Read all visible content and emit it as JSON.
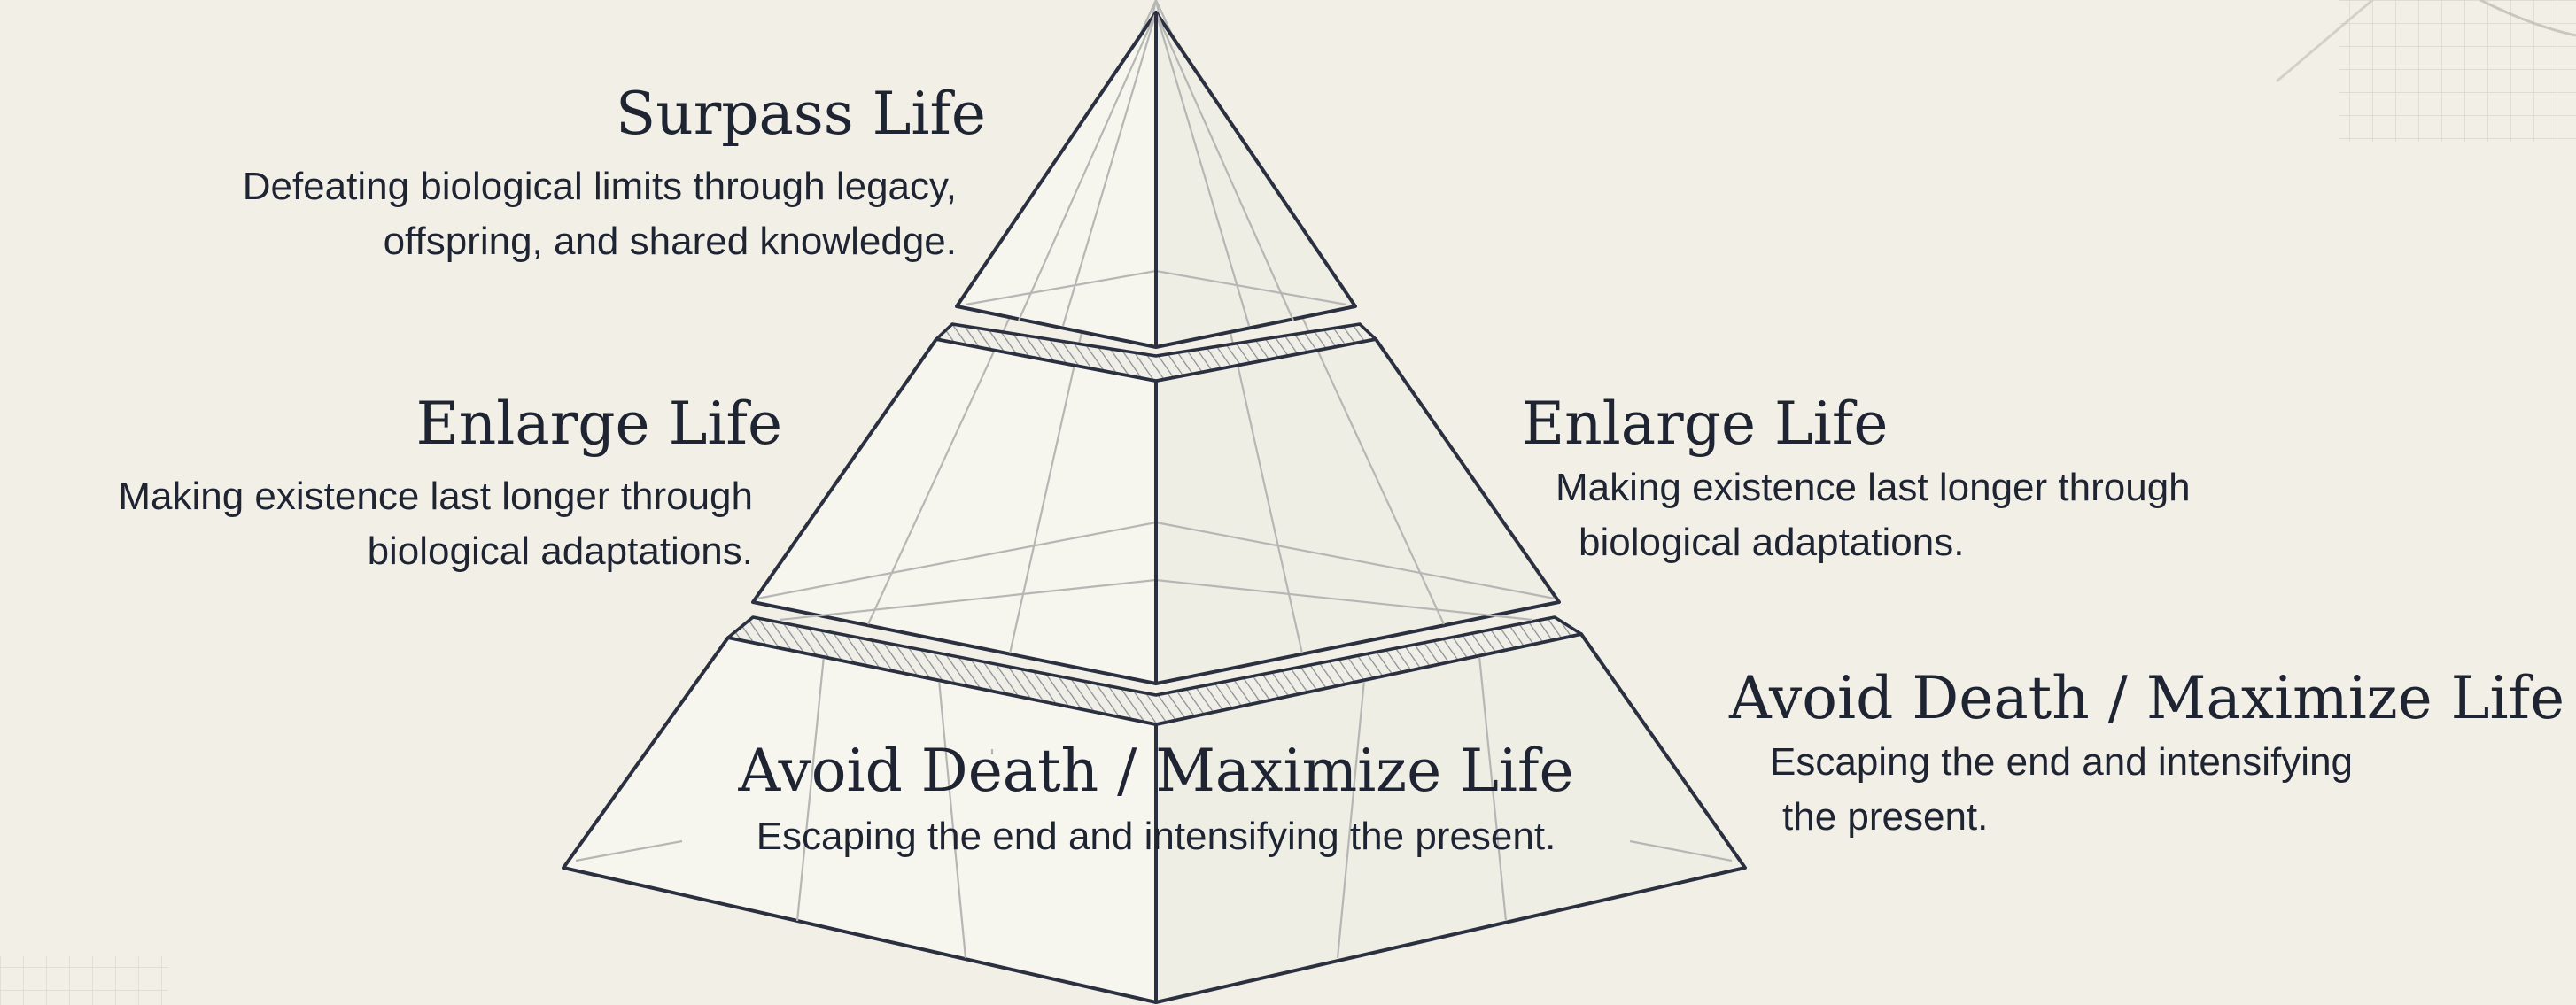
{
  "diagram": {
    "tiers": [
      {
        "id": "top",
        "title": "Surpass Life",
        "description_lines": [
          "Defeating biological limits through legacy,",
          "offspring, and shared knowledge."
        ]
      },
      {
        "id": "middle",
        "title": "Enlarge Life",
        "description_lines": [
          "Making existence last longer through",
          "biological adaptations."
        ]
      },
      {
        "id": "bottom",
        "title": "Avoid Death / Maximize Life",
        "description_lines": [
          "Escaping the end and intensifying the present."
        ]
      }
    ],
    "side_labels": [
      {
        "id": "middle-right",
        "title": "Enlarge Life",
        "description_lines": [
          "Making existence last longer through",
          "biological adaptations."
        ]
      },
      {
        "id": "bottom-right",
        "title": "Avoid Death / Maximize Life",
        "description_lines": [
          "Escaping the end and intensifying",
          "the present."
        ]
      }
    ],
    "colors": {
      "background": "#f2f0e6",
      "line": "#2b3040",
      "face_left": "#f6f5ee",
      "face_right": "#efeee5",
      "text": "#1f2433",
      "guide": "#b8b9b6"
    }
  }
}
